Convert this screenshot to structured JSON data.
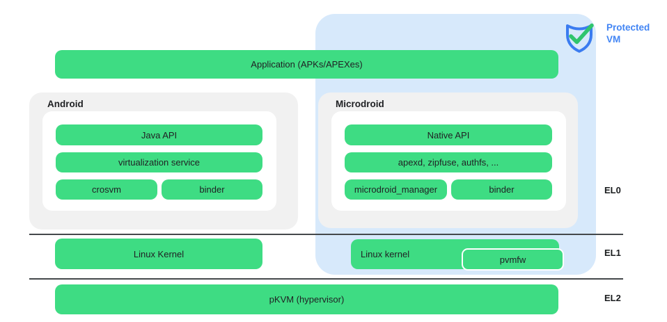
{
  "palette": {
    "green": "#3edc83",
    "light_blue": "#d7e9fb",
    "panel_gray": "#f1f1f1",
    "white": "#ffffff",
    "blue": "#4285f4",
    "check_green": "#2fc56d",
    "text_dark": "#202124",
    "line": "#44484b"
  },
  "protected_vm": {
    "label": "Protected VM",
    "icon": "shield-check-icon"
  },
  "app_bar": {
    "label": "Application (APKs/APEXes)"
  },
  "android": {
    "title": "Android",
    "bars": {
      "java_api": "Java API",
      "virt_service": "virtualization service",
      "crosvm": "crosvm",
      "binder": "binder"
    }
  },
  "microdroid": {
    "title": "Microdroid",
    "bars": {
      "native_api": "Native API",
      "apexd": "apexd, zipfuse, authfs, ...",
      "manager": "microdroid_manager",
      "binder": "binder"
    }
  },
  "el1_row": {
    "linux_kernel_host": "Linux Kernel",
    "linux_kernel_vm": "Linux kernel",
    "pvmfw": "pvmfw"
  },
  "el2_row": {
    "pkvm": "pKVM (hypervisor)"
  },
  "exception_levels": {
    "el0": "EL0",
    "el1": "EL1",
    "el2": "EL2"
  }
}
